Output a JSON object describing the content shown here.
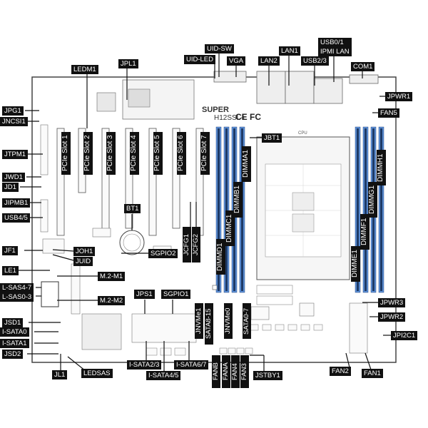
{
  "board": {
    "brand": "SUPER",
    "model": "H12SSL-i",
    "cert_marks": "CE FC",
    "cpu_label": "CPU"
  },
  "labels": {
    "uid_sw": "UID-SW",
    "uid_led": "UID-LED",
    "vga": "VGA",
    "lan2": "LAN2",
    "lan1": "LAN1",
    "usb23": "USB2/3",
    "usb01_ipmi": "USB0/1\nIPMI LAN",
    "com1": "COM1",
    "jpl1": "JPL1",
    "ledm1": "LEDM1",
    "jpwr1": "JPWR1",
    "fan5": "FAN5",
    "jpg1": "JPG1",
    "jncsi1": "JNCSI1",
    "jbt1": "JBT1",
    "jtpm1": "JTPM1",
    "jwd1": "JWD1",
    "jd1": "JD1",
    "jipmb1": "JIPMB1",
    "usb45": "USB4/5",
    "bt1": "BT1",
    "jf1": "JF1",
    "joh1": "JOH1",
    "juid": "JUID",
    "sgpio2": "SGPIO2",
    "le1": "LE1",
    "m2m1": "M.2-M1",
    "lsas47": "L-SAS4-7",
    "lsas03": "L-SAS0-3",
    "m2m2": "M.2-M2",
    "jps1": "JPS1",
    "sgpio1": "SGPIO1",
    "jpwr3": "JPWR3",
    "jpwr2": "JPWR2",
    "jpi2c1": "JPI2C1",
    "jsd1": "JSD1",
    "isata0": "I-SATA0",
    "isata1": "I-SATA1",
    "jsd2": "JSD2",
    "jl1": "JL1",
    "ledsas": "LEDSAS",
    "isata23": "I-SATA2/3",
    "isata45": "I-SATA4/5",
    "isata67": "I-SATA6/7",
    "jstby1": "JSTBY1",
    "fan2": "FAN2",
    "fan1": "FAN1",
    "jcfg1": "JCFG1",
    "jcfg2": "JCFG2",
    "jnvme1": "JNVMe1",
    "sata815": "SATA8-15",
    "jnvme0": "JNVMe0",
    "sata07": "SATA0-7",
    "fanb": "FANB",
    "fana": "FANA",
    "fan4": "FAN4",
    "fan3": "FAN3",
    "dimmd1": "DIMMD1",
    "dimmc1": "DIMMC1",
    "dimmb1": "DIMMB1",
    "dimma1": "DIMMA1",
    "dimme1": "DIMME1",
    "dimmf1": "DIMMF1",
    "dimmg1": "DIMMG1",
    "dimmh1": "DIMMH1"
  },
  "pcie_slots": [
    "PCIe Slot 1",
    "PCIe Slot 2",
    "PCIe Slot 3",
    "PCIe Slot 4",
    "PCIe Slot 5",
    "PCIe Slot 6",
    "PCIe Slot 7"
  ],
  "colors": {
    "label_bg": "#111111",
    "dimm_blue": "#5b8fd6",
    "board_line": "#333333"
  }
}
